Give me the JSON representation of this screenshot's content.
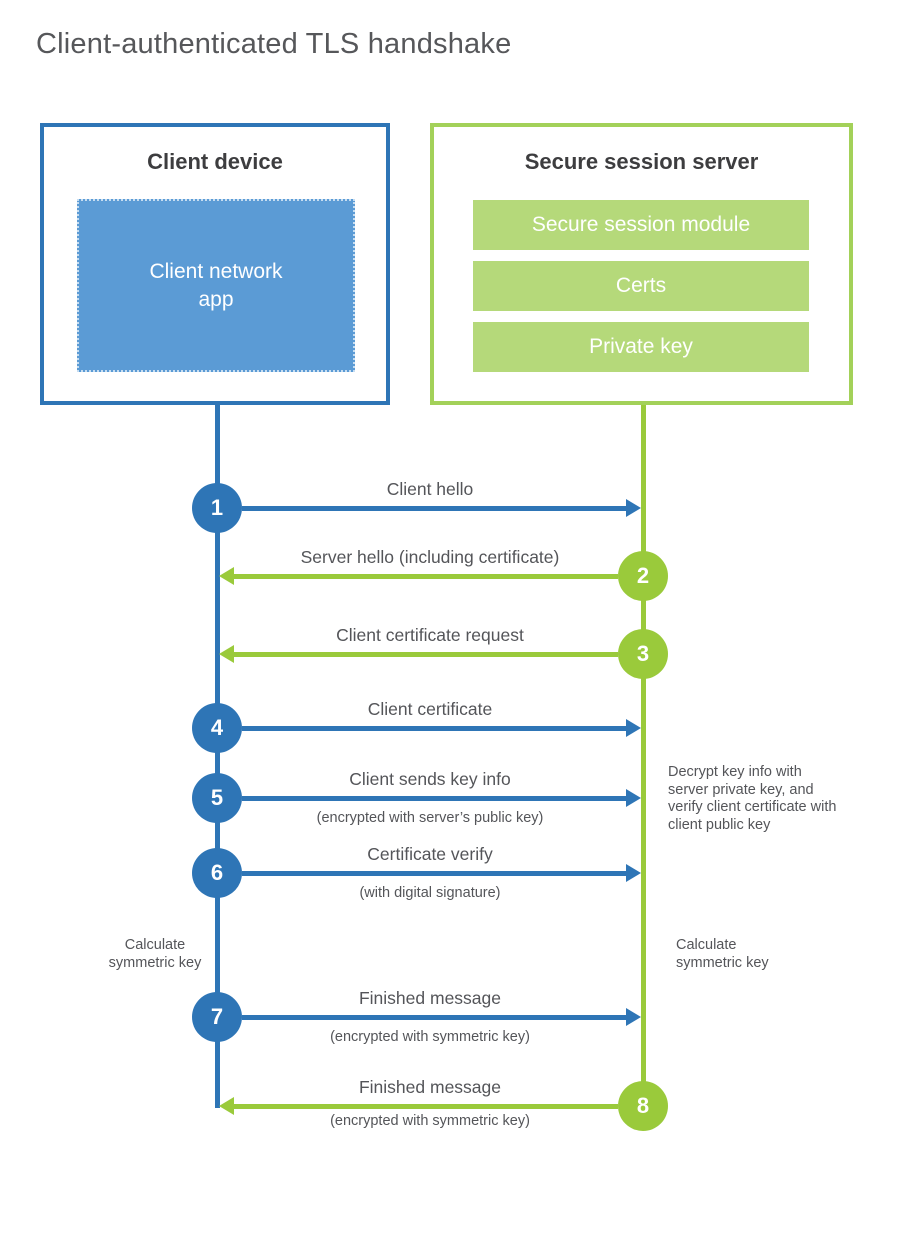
{
  "title": "Client-authenticated TLS handshake",
  "colors": {
    "blue": "#2e75b6",
    "blue_fill": "#5b9bd5",
    "green": "#9aca3b",
    "green_border": "#a3d159",
    "green_fill": "#b5d97a",
    "text_gray": "#545559"
  },
  "client_box": {
    "title": "Client device",
    "app": "Client network app"
  },
  "server_box": {
    "title": "Secure session server",
    "modules": [
      "Secure session module",
      "Certs",
      "Private key"
    ]
  },
  "steps": [
    {
      "num": "1",
      "label": "Client hello",
      "sub": ""
    },
    {
      "num": "2",
      "label": "Server hello (including certificate)",
      "sub": ""
    },
    {
      "num": "3",
      "label": "Client certificate request",
      "sub": ""
    },
    {
      "num": "4",
      "label": "Client certificate",
      "sub": ""
    },
    {
      "num": "5",
      "label": "Client sends key info",
      "sub": "(encrypted with server’s public key)"
    },
    {
      "num": "6",
      "label": "Certificate verify",
      "sub": "(with digital signature)"
    },
    {
      "num": "7",
      "label": "Finished message",
      "sub": "(encrypted with symmetric key)"
    },
    {
      "num": "8",
      "label": "Finished message",
      "sub": "(encrypted with symmetric key)"
    }
  ],
  "notes": {
    "decrypt": "Decrypt key info with server private key, and verify client certificate with client public key",
    "calc_client": "Calculate symmetric key",
    "calc_server": "Calculate symmetric key"
  }
}
